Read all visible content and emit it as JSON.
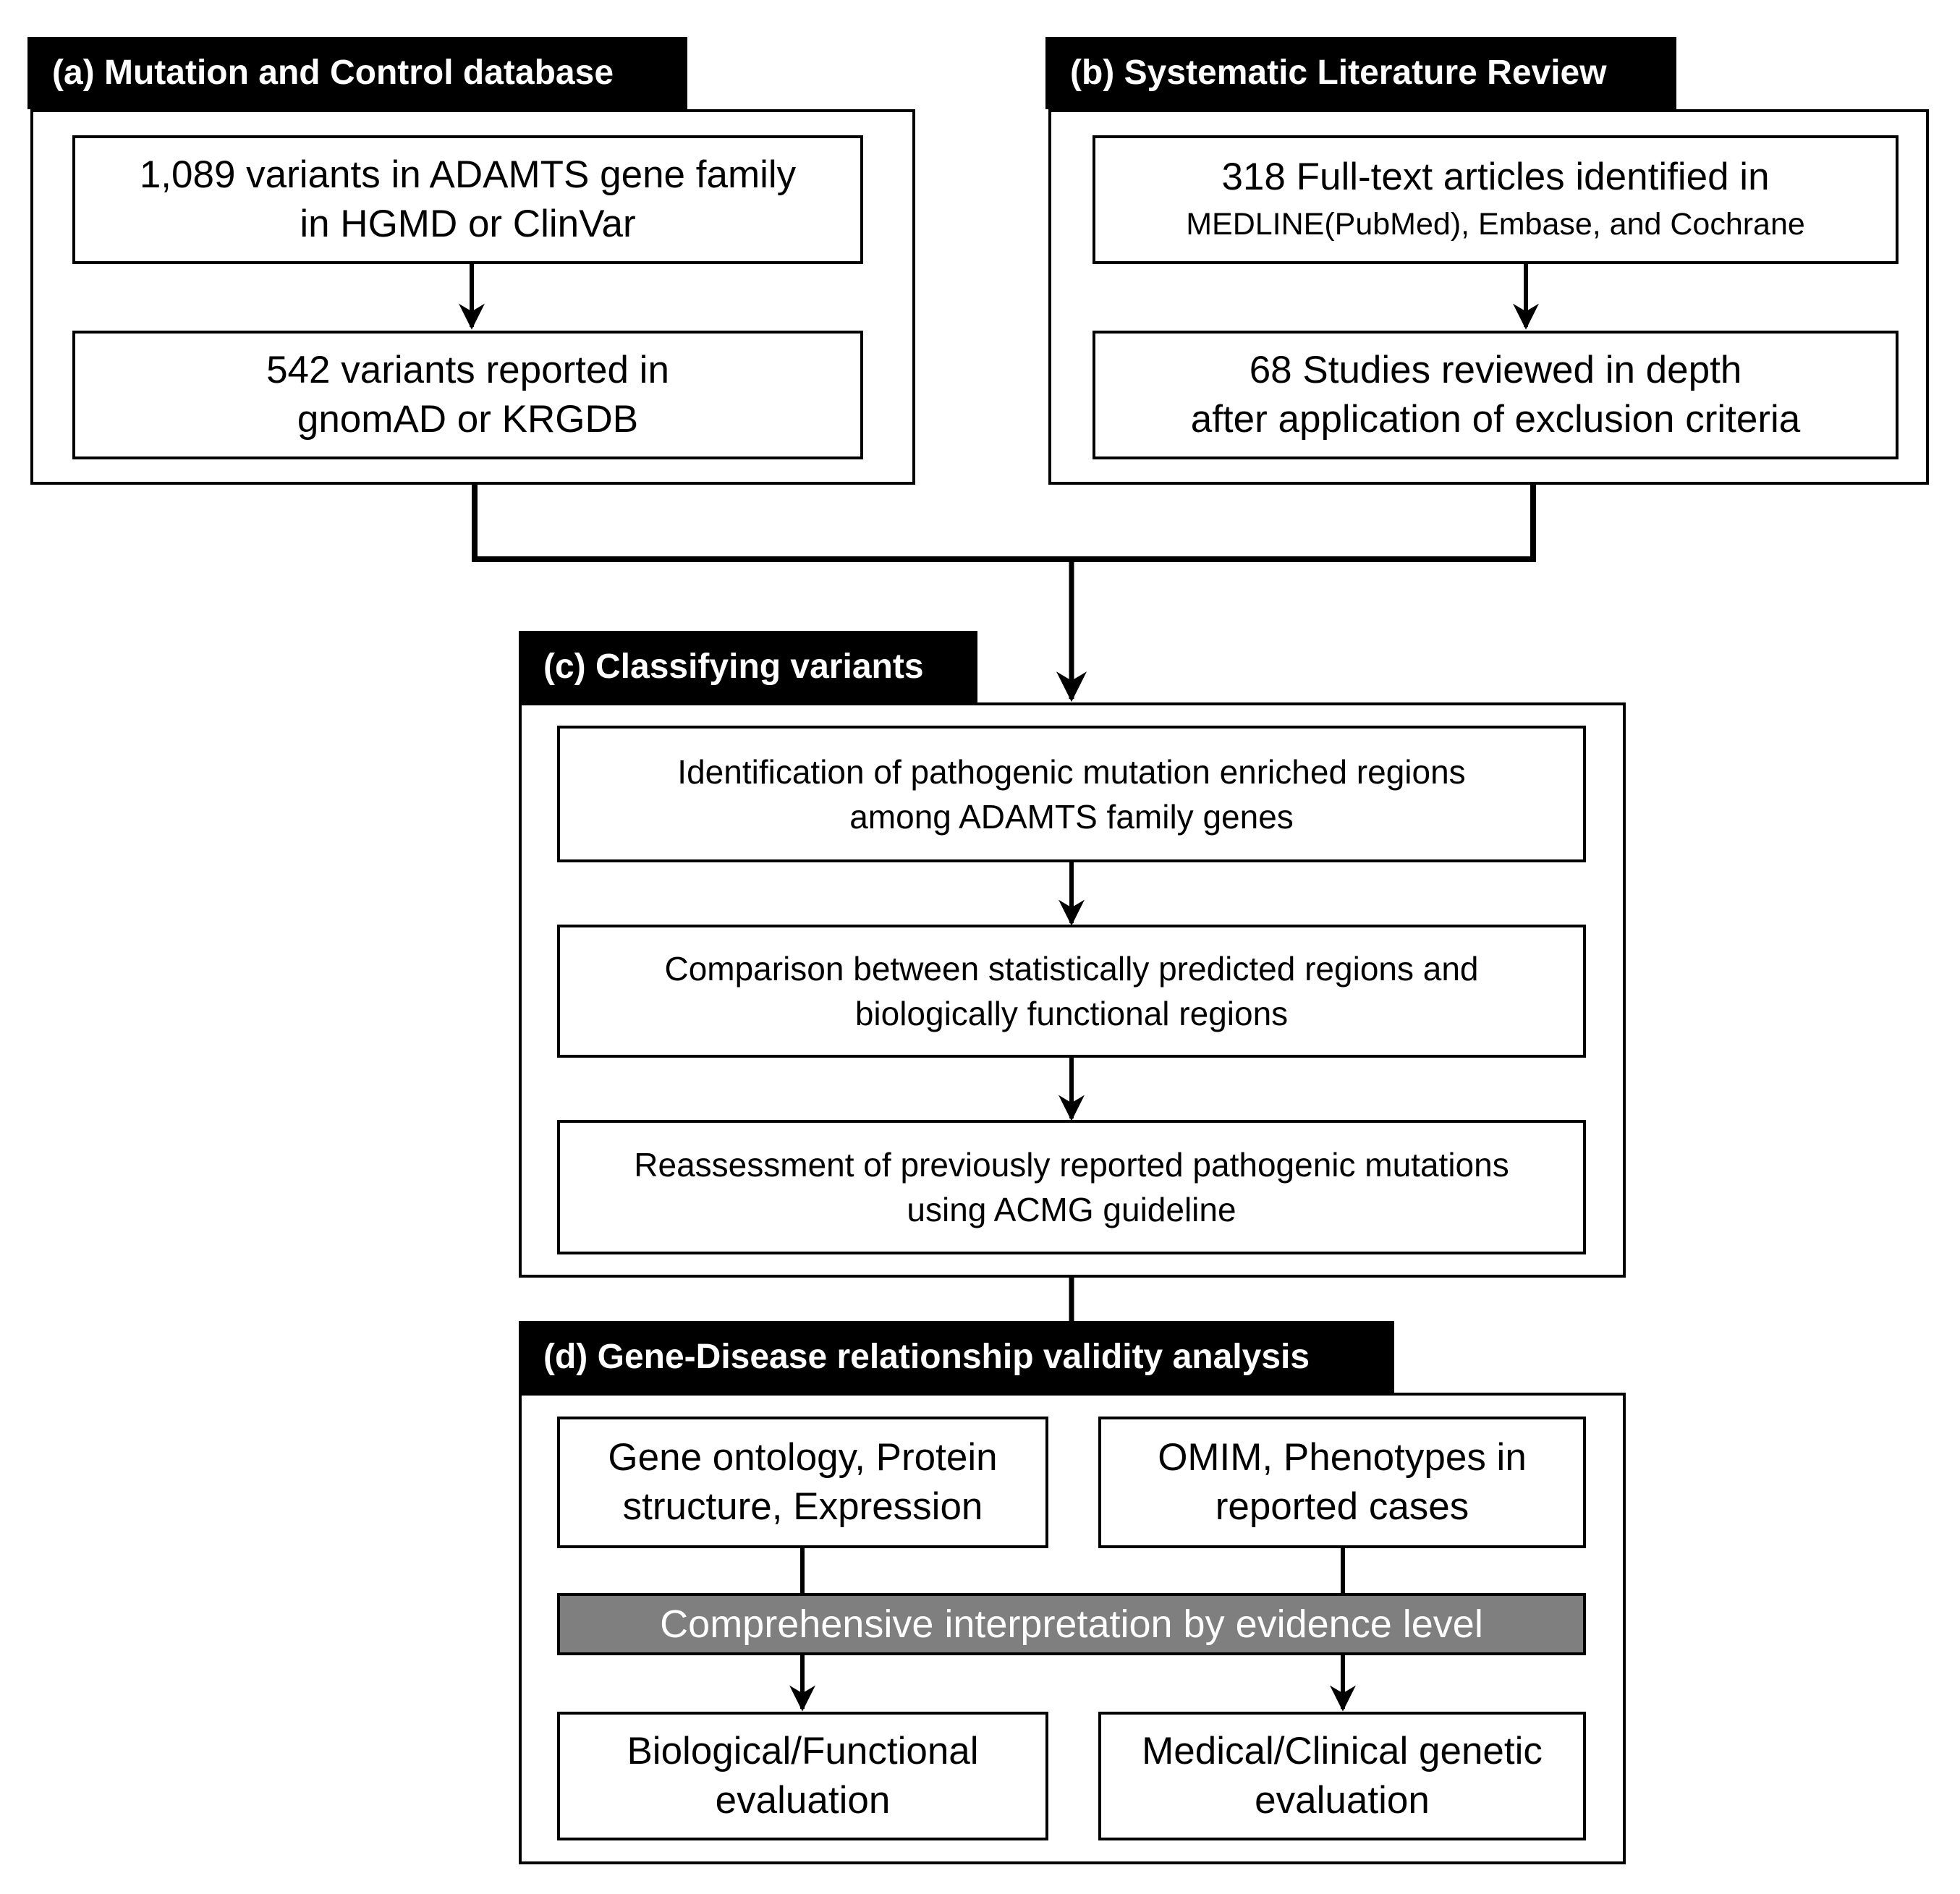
{
  "section_a": {
    "header": "(a) Mutation and Control database",
    "box1": [
      "1,089 variants in ADAMTS gene family",
      "in HGMD or ClinVar"
    ],
    "box2": [
      "542 variants reported in",
      "gnomAD or KRGDB"
    ]
  },
  "section_b": {
    "header": "(b) Systematic Literature Review",
    "box1": [
      "318 Full-text articles identified in",
      "MEDLINE(PubMed), Embase, and Cochrane"
    ],
    "box2": [
      "68 Studies reviewed in depth",
      "after application of exclusion criteria"
    ]
  },
  "section_c": {
    "header": "(c) Classifying variants",
    "box1": [
      "Identification of pathogenic mutation enriched regions",
      "among ADAMTS family genes"
    ],
    "box2": [
      "Comparison between statistically predicted regions and",
      "biologically functional regions"
    ],
    "box3": [
      "Reassessment of previously reported pathogenic mutations",
      "using ACMG guideline"
    ]
  },
  "section_d": {
    "header": "(d) Gene-Disease relationship validity analysis",
    "box_left_top": [
      "Gene ontology, Protein",
      "structure, Expression"
    ],
    "box_right_top": [
      "OMIM, Phenotypes in",
      "reported cases"
    ],
    "bar": "Comprehensive interpretation by evidence level",
    "box_left_bottom": [
      "Biological/Functional",
      "evaluation"
    ],
    "box_right_bottom": [
      "Medical/Clinical genetic",
      "evaluation"
    ]
  },
  "colors": {
    "header_bg": "#000000",
    "bar_bg": "#7f7f7f",
    "line": "#000000"
  }
}
